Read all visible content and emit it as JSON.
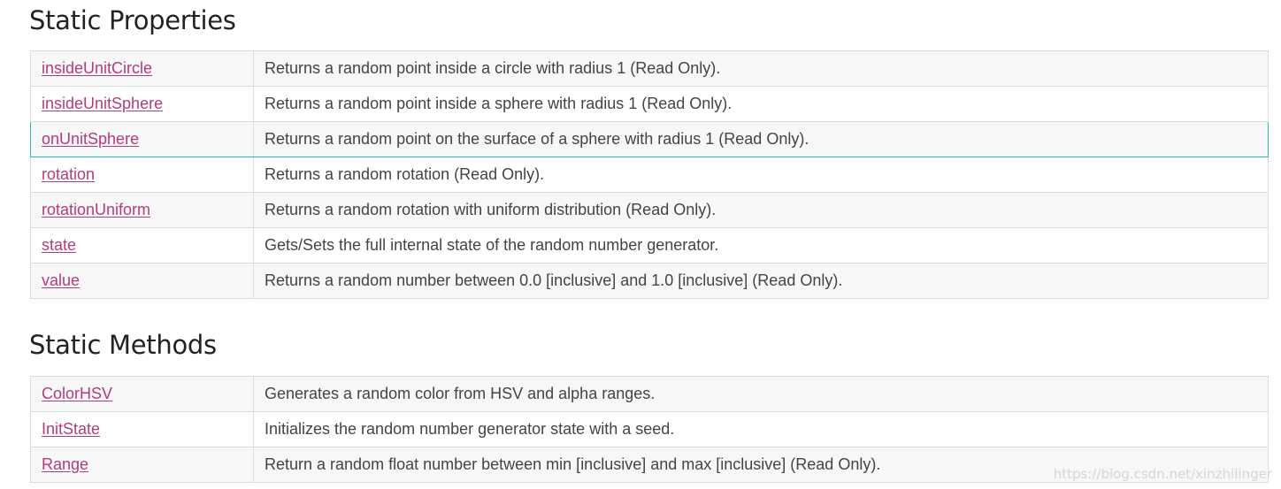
{
  "static_properties": {
    "title": "Static Properties",
    "rows": [
      {
        "name": "insideUnitCircle",
        "description": "Returns a random point inside a circle with radius 1 (Read Only)."
      },
      {
        "name": "insideUnitSphere",
        "description": "Returns a random point inside a sphere with radius 1 (Read Only)."
      },
      {
        "name": "onUnitSphere",
        "description": "Returns a random point on the surface of a sphere with radius 1 (Read Only)."
      },
      {
        "name": "rotation",
        "description": "Returns a random rotation (Read Only)."
      },
      {
        "name": "rotationUniform",
        "description": "Returns a random rotation with uniform distribution (Read Only)."
      },
      {
        "name": "state",
        "description": "Gets/Sets the full internal state of the random number generator."
      },
      {
        "name": "value",
        "description": "Returns a random number between 0.0 [inclusive] and 1.0 [inclusive] (Read Only)."
      }
    ]
  },
  "static_methods": {
    "title": "Static Methods",
    "rows": [
      {
        "name": "ColorHSV",
        "description": "Generates a random color from HSV and alpha ranges."
      },
      {
        "name": "InitState",
        "description": "Initializes the random number generator state with a seed."
      },
      {
        "name": "Range",
        "description": "Return a random float number between min [inclusive] and max [inclusive] (Read Only)."
      }
    ]
  },
  "watermark": "https://blog.csdn.net/xinzhilinger",
  "colors": {
    "link": "#b33d7a",
    "highlight_border": "#2bbdb0",
    "row_alt": "#f7f7f7",
    "text": "#444444"
  }
}
